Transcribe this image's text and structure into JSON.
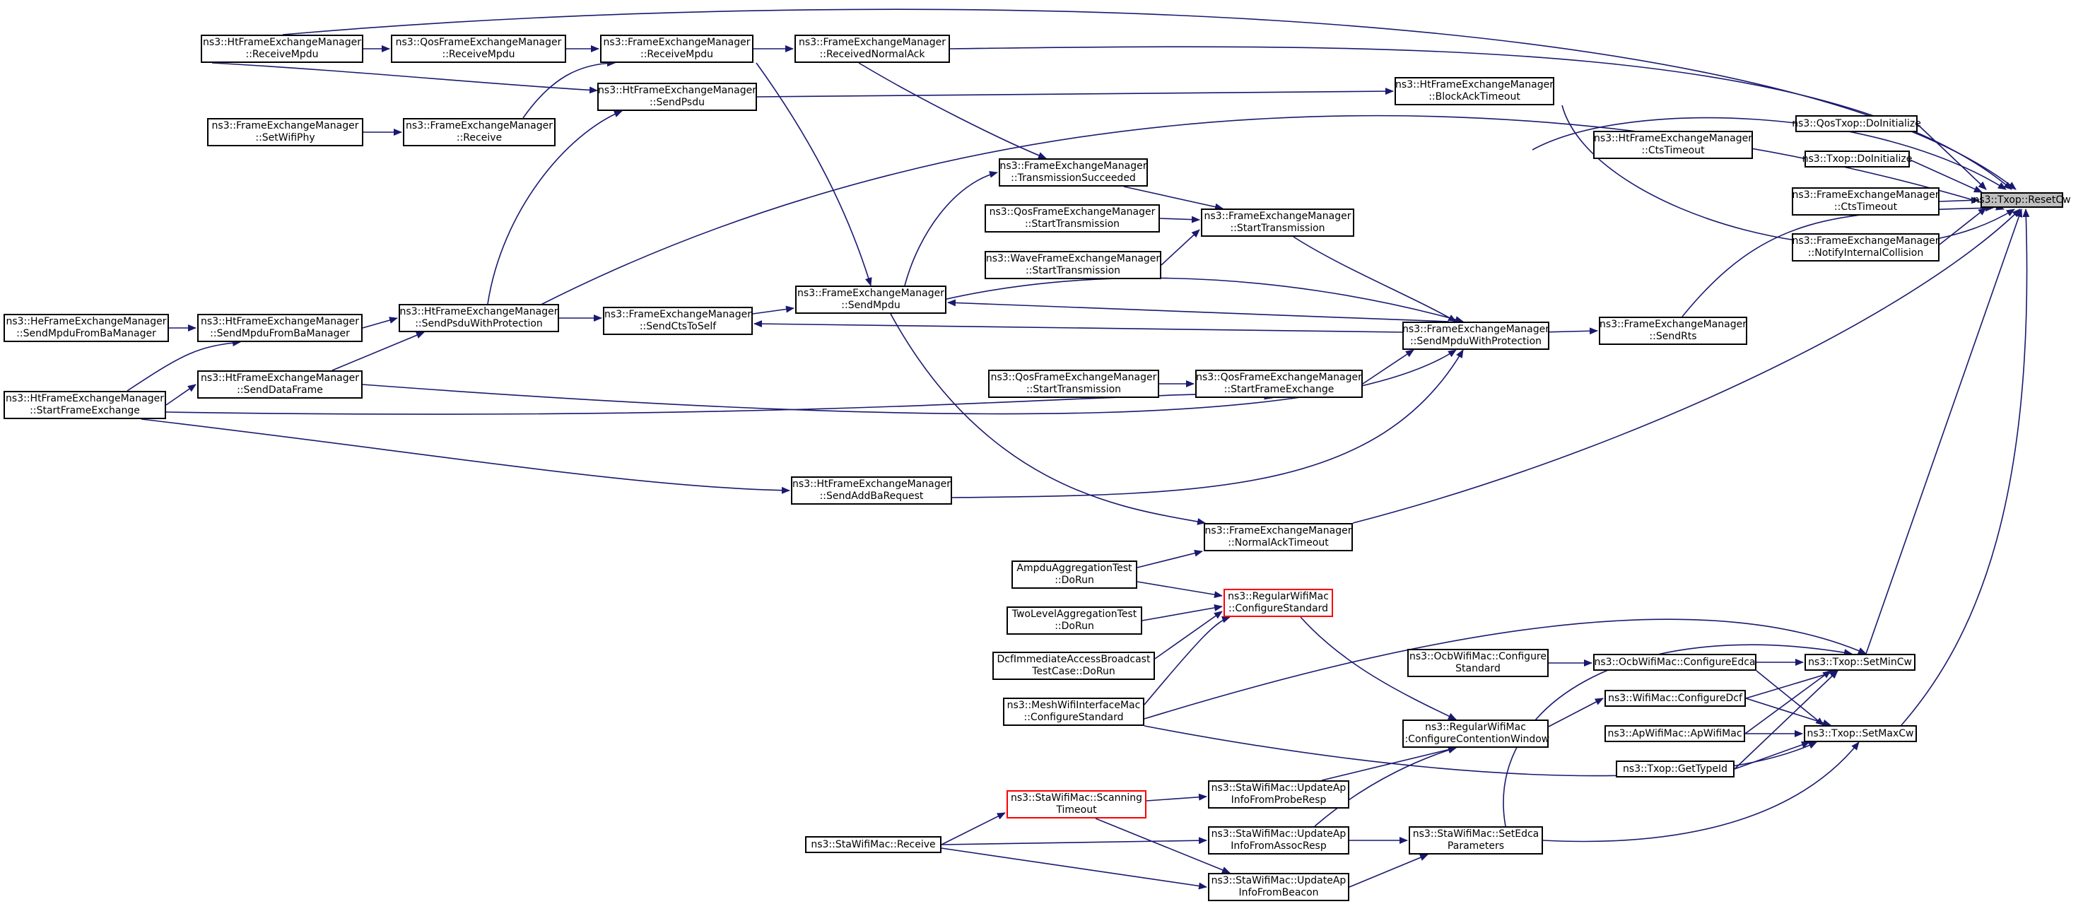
{
  "colors": {
    "edge": "#191970",
    "box_border": "#000000",
    "truncated_border": "#ff0000",
    "focus_fill": "#bfbfbf"
  },
  "nodes": {
    "resetcw": [
      "ns3::Txop::ResetCw"
    ],
    "ht_recvmpdu": [
      "ns3::HtFrameExchangeManager",
      "::ReceiveMpdu"
    ],
    "qos_recvmpdu": [
      "ns3::QosFrameExchangeManager",
      "::ReceiveMpdu"
    ],
    "fem_recvmpdu": [
      "ns3::FrameExchangeManager",
      "::ReceiveMpdu"
    ],
    "fem_recvnormalack": [
      "ns3::FrameExchangeManager",
      "::ReceivedNormalAck"
    ],
    "ht_sendpsdu": [
      "ns3::HtFrameExchangeManager",
      "::SendPsdu"
    ],
    "fem_setwifiphy": [
      "ns3::FrameExchangeManager",
      "::SetWifiPhy"
    ],
    "fem_receive": [
      "ns3::FrameExchangeManager",
      "::Receive"
    ],
    "ht_blockacktimeout": [
      "ns3::HtFrameExchangeManager",
      "::BlockAckTimeout"
    ],
    "qostxop_doinit": [
      "ns3::QosTxop::DoInitialize"
    ],
    "txop_doinit": [
      "ns3::Txop::DoInitialize"
    ],
    "ht_ctstimeout": [
      "ns3::HtFrameExchangeManager",
      "::CtsTimeout"
    ],
    "fem_ctstimeout": [
      "ns3::FrameExchangeManager",
      "::CtsTimeout"
    ],
    "fem_notifyinternal": [
      "ns3::FrameExchangeManager",
      "::NotifyInternalCollision"
    ],
    "fem_txsucceeded": [
      "ns3::FrameExchangeManager",
      "::TransmissionSucceeded"
    ],
    "qos_starttx": [
      "ns3::QosFrameExchangeManager",
      "::StartTransmission"
    ],
    "fem_starttx": [
      "ns3::FrameExchangeManager",
      "::StartTransmission"
    ],
    "wave_starttx": [
      "ns3::WaveFrameExchangeManager",
      "::StartTransmission"
    ],
    "he_sendmpdufromba": [
      "ns3::HeFrameExchangeManager",
      "::SendMpduFromBaManager"
    ],
    "ht_sendmpdufromba": [
      "ns3::HtFrameExchangeManager",
      "::SendMpduFromBaManager"
    ],
    "ht_sendpsduwithprot": [
      "ns3::HtFrameExchangeManager",
      "::SendPsduWithProtection"
    ],
    "fem_sendctstoself": [
      "ns3::FrameExchangeManager",
      "::SendCtsToSelf"
    ],
    "fem_sendmpdu": [
      "ns3::FrameExchangeManager",
      "::SendMpdu"
    ],
    "fem_sendmpduwithprot": [
      "ns3::FrameExchangeManager",
      "::SendMpduWithProtection"
    ],
    "fem_sendrts": [
      "ns3::FrameExchangeManager",
      "::SendRts"
    ],
    "ht_startframeexchange": [
      "ns3::HtFrameExchangeManager",
      "::StartFrameExchange"
    ],
    "ht_senddataframe": [
      "ns3::HtFrameExchangeManager",
      "::SendDataFrame"
    ],
    "qos_starttx2": [
      "ns3::QosFrameExchangeManager",
      "::StartTransmission"
    ],
    "qos_startframeexchange": [
      "ns3::QosFrameExchangeManager",
      "::StartFrameExchange"
    ],
    "ht_sendaddbareq": [
      "ns3::HtFrameExchangeManager",
      "::SendAddBaRequest"
    ],
    "fem_normalacktimeout": [
      "ns3::FrameExchangeManager",
      "::NormalAckTimeout"
    ],
    "ampdu_dorun": [
      "AmpduAggregationTest",
      "::DoRun"
    ],
    "regular_configstd": [
      "ns3::RegularWifiMac",
      "::ConfigureStandard"
    ],
    "twolevel_dorun": [
      "TwoLevelAggregationTest",
      "::DoRun"
    ],
    "dcfimmediate_dorun": [
      "DcfImmediateAccessBroadcast",
      "TestCase::DoRun"
    ],
    "mesh_configstd": [
      "ns3::MeshWifiInterfaceMac",
      "::ConfigureStandard"
    ],
    "ocb_configstd": [
      "ns3::OcbWifiMac::Configure",
      "Standard"
    ],
    "ocb_configedca": [
      "ns3::OcbWifiMac::ConfigureEdca"
    ],
    "txop_setmincw": [
      "ns3::Txop::SetMinCw"
    ],
    "wifimac_configdcf": [
      "ns3::WifiMac::ConfigureDcf"
    ],
    "regular_configcw": [
      "ns3::RegularWifiMac",
      "::ConfigureContentionWindow"
    ],
    "ap_apwifimac": [
      "ns3::ApWifiMac::ApWifiMac"
    ],
    "txop_setmaxcw": [
      "ns3::Txop::SetMaxCw"
    ],
    "txop_gettypeid": [
      "ns3::Txop::GetTypeId"
    ],
    "sta_scanning": [
      "ns3::StaWifiMac::Scanning",
      "Timeout"
    ],
    "sta_updateprobe": [
      "ns3::StaWifiMac::UpdateAp",
      "InfoFromProbeResp"
    ],
    "sta_receive": [
      "ns3::StaWifiMac::Receive"
    ],
    "sta_updateassoc": [
      "ns3::StaWifiMac::UpdateAp",
      "InfoFromAssocResp"
    ],
    "sta_setedca": [
      "ns3::StaWifiMac::SetEdca",
      "Parameters"
    ],
    "sta_updatebeacon": [
      "ns3::StaWifiMac::UpdateAp",
      "InfoFromBeacon"
    ]
  }
}
